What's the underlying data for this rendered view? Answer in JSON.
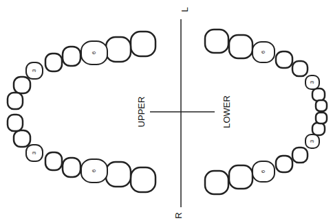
{
  "diagram": {
    "nodes": [
      {
        "text": [
          "6"
        ]
      },
      {
        "text": [
          "3"
        ]
      },
      {
        "text": [
          "3"
        ]
      },
      {
        "text": [
          "6"
        ]
      },
      {
        "text": [
          "6"
        ]
      },
      {
        "text": [
          "3"
        ]
      },
      {
        "text": [
          "3"
        ]
      },
      {
        "text": [
          "6"
        ]
      }
    ],
    "labels": [
      "L",
      "UPPER",
      "LOWER",
      "R"
    ]
  }
}
